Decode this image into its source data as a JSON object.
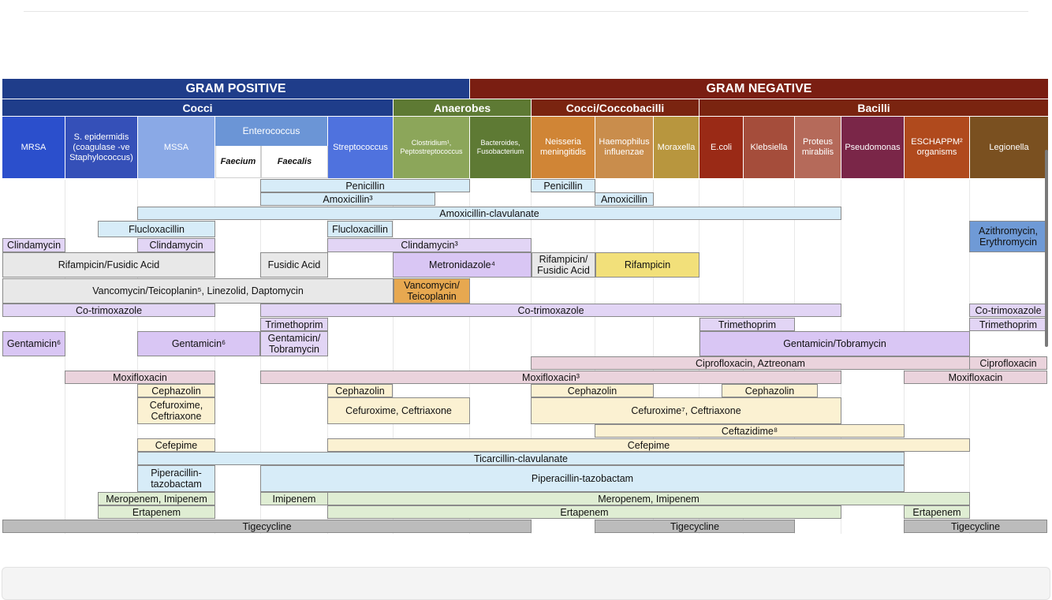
{
  "colors": {
    "gram_positive": "#1f3d8a",
    "gram_negative": "#7a1e12",
    "cocci_pos": "#1f3d8a",
    "anaerobes": "#5e7a34",
    "cocci_neg": "#7a2410",
    "bacilli": "#7a2410",
    "light_blue": "#d7ecf8",
    "lavender": "#e2d5f5",
    "pink": "#ead3dc",
    "purple": "#d9c6f4",
    "gray": "#e8e8e8",
    "cream": "#fbf1d2",
    "green": "#dfedd3",
    "tige": "#bcbcbc"
  },
  "header": {
    "gram_positive": "GRAM POSITIVE",
    "gram_negative": "GRAM NEGATIVE",
    "groups": {
      "cocci": "Cocci",
      "anaerobes": "Anaerobes",
      "cocci_coccobacilli": "Cocci/Coccobacilli",
      "bacilli": "Bacilli"
    },
    "organisms": {
      "mrsa": "MRSA",
      "s_epidermidis": "S. epidermidis (coagulase -ve Staphylococcus)",
      "mssa": "MSSA",
      "enterococcus": "Enterococcus",
      "faecium": "Faecium",
      "faecalis": "Faecalis",
      "streptococcus": "Streptococcus",
      "clostridium": "Clostridium¹, Peptostreptococcus",
      "bacteroides": "Bacteroides, Fusobacterium",
      "neisseria": "Neisseria meningitidis",
      "haemophilus": "Haemophilus influenzae",
      "moraxella": "Moraxella",
      "ecoli": "E.coli",
      "klebsiella": "Klebsiella",
      "proteus": "Proteus mirabilis",
      "pseudomonas": "Pseudomonas",
      "eschappm": "ESCHAPPM² organisms",
      "legionella": "Legionella"
    }
  },
  "drugs": {
    "penicillin": "Penicillin",
    "amoxicillin_3": "Amoxicillin³",
    "amoxicillin": "Amoxicillin",
    "amox_clav": "Amoxicillin-clavulanate",
    "flucloxacillin": "Flucloxacillin",
    "azithro": "Azithromycin, Erythromycin",
    "clindamycin": "Clindamycin",
    "clindamycin_3": "Clindamycin³",
    "rif_fus": "Rifampicin/Fusidic Acid",
    "fusidic": "Fusidic Acid",
    "metronidazole": "Metronidazole⁴",
    "rif_fus_neg": "Rifampicin/ Fusidic Acid",
    "rifampicin": "Rifampicin",
    "vanco_linezolid": "Vancomycin/Teicoplanin⁵, Linezolid, Daptomycin",
    "vanco_teico": "Vancomycin/ Teicoplanin",
    "cotrimoxazole": "Co-trimoxazole",
    "trimethoprim": "Trimethoprim",
    "gentamicin_6": "Gentamicin⁶",
    "gent_tobra": "Gentamicin/ Tobramycin",
    "gent_tobra_wide": "Gentamicin/Tobramycin",
    "cipro_aztreonam": "Ciprofloxacin, Aztreonam",
    "ciprofloxacin": "Ciprofloxacin",
    "moxifloxacin": "Moxifloxacin",
    "moxifloxacin_3": "Moxifloxacin³",
    "cephazolin": "Cephazolin",
    "cefurox_ceftri": "Cefuroxime, Ceftriaxone",
    "cefurox7_ceftri": "Cefuroxime⁷, Ceftriaxone",
    "ceftazidime": "Ceftazidime⁸",
    "cefepime": "Cefepime",
    "ticar": "Ticarcillin-clavulanate",
    "pip_tazo_short": "Piperacillin-tazobactam",
    "pip_tazo": "Piperacillin-tazobactam",
    "mero_imi": "Meropenem, Imipenem",
    "imipenem": "Imipenem",
    "ertapenem": "Ertapenem",
    "tigecycline": "Tigecycline"
  }
}
